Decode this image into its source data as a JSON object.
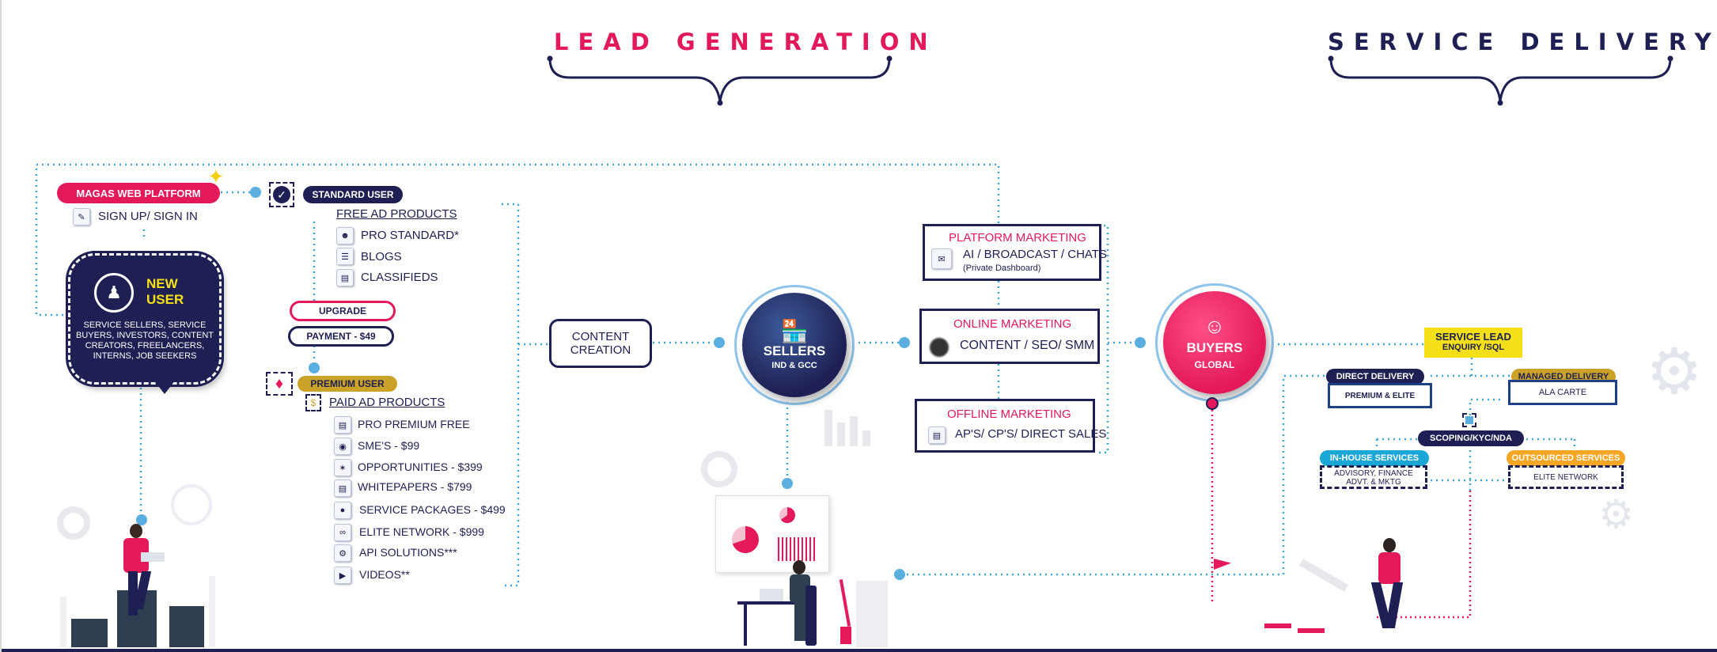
{
  "headers": {
    "lead_generation": "LEAD GENERATION",
    "service_delivery": "SERVICE DELIVERY"
  },
  "left": {
    "platform": "MAGAS WEB PLATFORM",
    "signup": "SIGN UP/ SIGN IN",
    "new_user_line1": "NEW",
    "new_user_line2": "USER",
    "new_user_desc_1": "SERVICE SELLERS, SERVICE",
    "new_user_desc_2": "BUYERS, INVESTORS, CONTENT",
    "new_user_desc_3": "CREATORS, FREELANCERS,",
    "new_user_desc_4": "INTERNS, JOB SEEKERS"
  },
  "standard": {
    "label": "STANDARD USER",
    "free_products": "FREE AD PRODUCTS",
    "items": [
      "PRO STANDARD*",
      "BLOGS",
      "CLASSIFIEDS"
    ],
    "upgrade": "UPGRADE",
    "payment": "PAYMENT - $49"
  },
  "premium": {
    "label": "PREMIUM USER",
    "paid_products": "PAID AD PRODUCTS",
    "items": [
      "PRO  PREMIUM FREE",
      "SME'S - $99",
      "OPPORTUNITIES - $399",
      "WHITEPAPERS  - $799",
      "SERVICE  PACKAGES - $499",
      "ELITE NETWORK - $999",
      "API SOLUTIONS***",
      "VIDEOS**"
    ]
  },
  "content_creation": {
    "line1": "CONTENT",
    "line2": "CREATION"
  },
  "sellers": {
    "title": "SELLERS",
    "sub": "IND & GCC"
  },
  "marketing": {
    "platform_title": "PLATFORM  MARKETING",
    "platform_body": "AI / BROADCAST / CHATS",
    "platform_note": "(Private  Dashboard)",
    "online_title": "ONLINE  MARKETING",
    "online_body": "CONTENT / SEO/ SMM",
    "offline_title": "OFFLINE  MARKETING",
    "offline_body": "AP'S/ CP'S/ DIRECT SALES"
  },
  "buyers": {
    "title": "BUYERS",
    "sub": "GLOBAL"
  },
  "delivery": {
    "service_lead": "SERVICE LEAD",
    "service_lead_sub": "ENQUIRY /SQL",
    "direct": "DIRECT DELIVERY",
    "direct_sub": "PREMIUM & ELITE",
    "managed": "MANAGED DELIVERY",
    "managed_sub": "ALA  CARTE",
    "scoping": "SCOPING/KYC/NDA",
    "inhouse": "IN-HOUSE SERVICES",
    "inhouse_sub_1": "ADVISORY,  FINANCE",
    "inhouse_sub_2": "ADVT. & MKTG",
    "outsourced": "OUTSOURCED SERVICES",
    "outsourced_sub": "ELITE NETWORK"
  },
  "colors": {
    "navy": "#1e1f52",
    "pink": "#e3195a",
    "dot_blue": "#5aafdf",
    "gold": "#c9a227",
    "yellow": "#f5e017",
    "teal": "#1ba7d6",
    "orange": "#f5a623"
  },
  "icons": {
    "platform_sparkle": "sparkle-icon",
    "standard_check": "check-circle-icon",
    "premium_diamond": "diamond-icon",
    "sellers": "storefront-icon",
    "buyers": "user-icon",
    "new_user": "users-group-icon"
  }
}
